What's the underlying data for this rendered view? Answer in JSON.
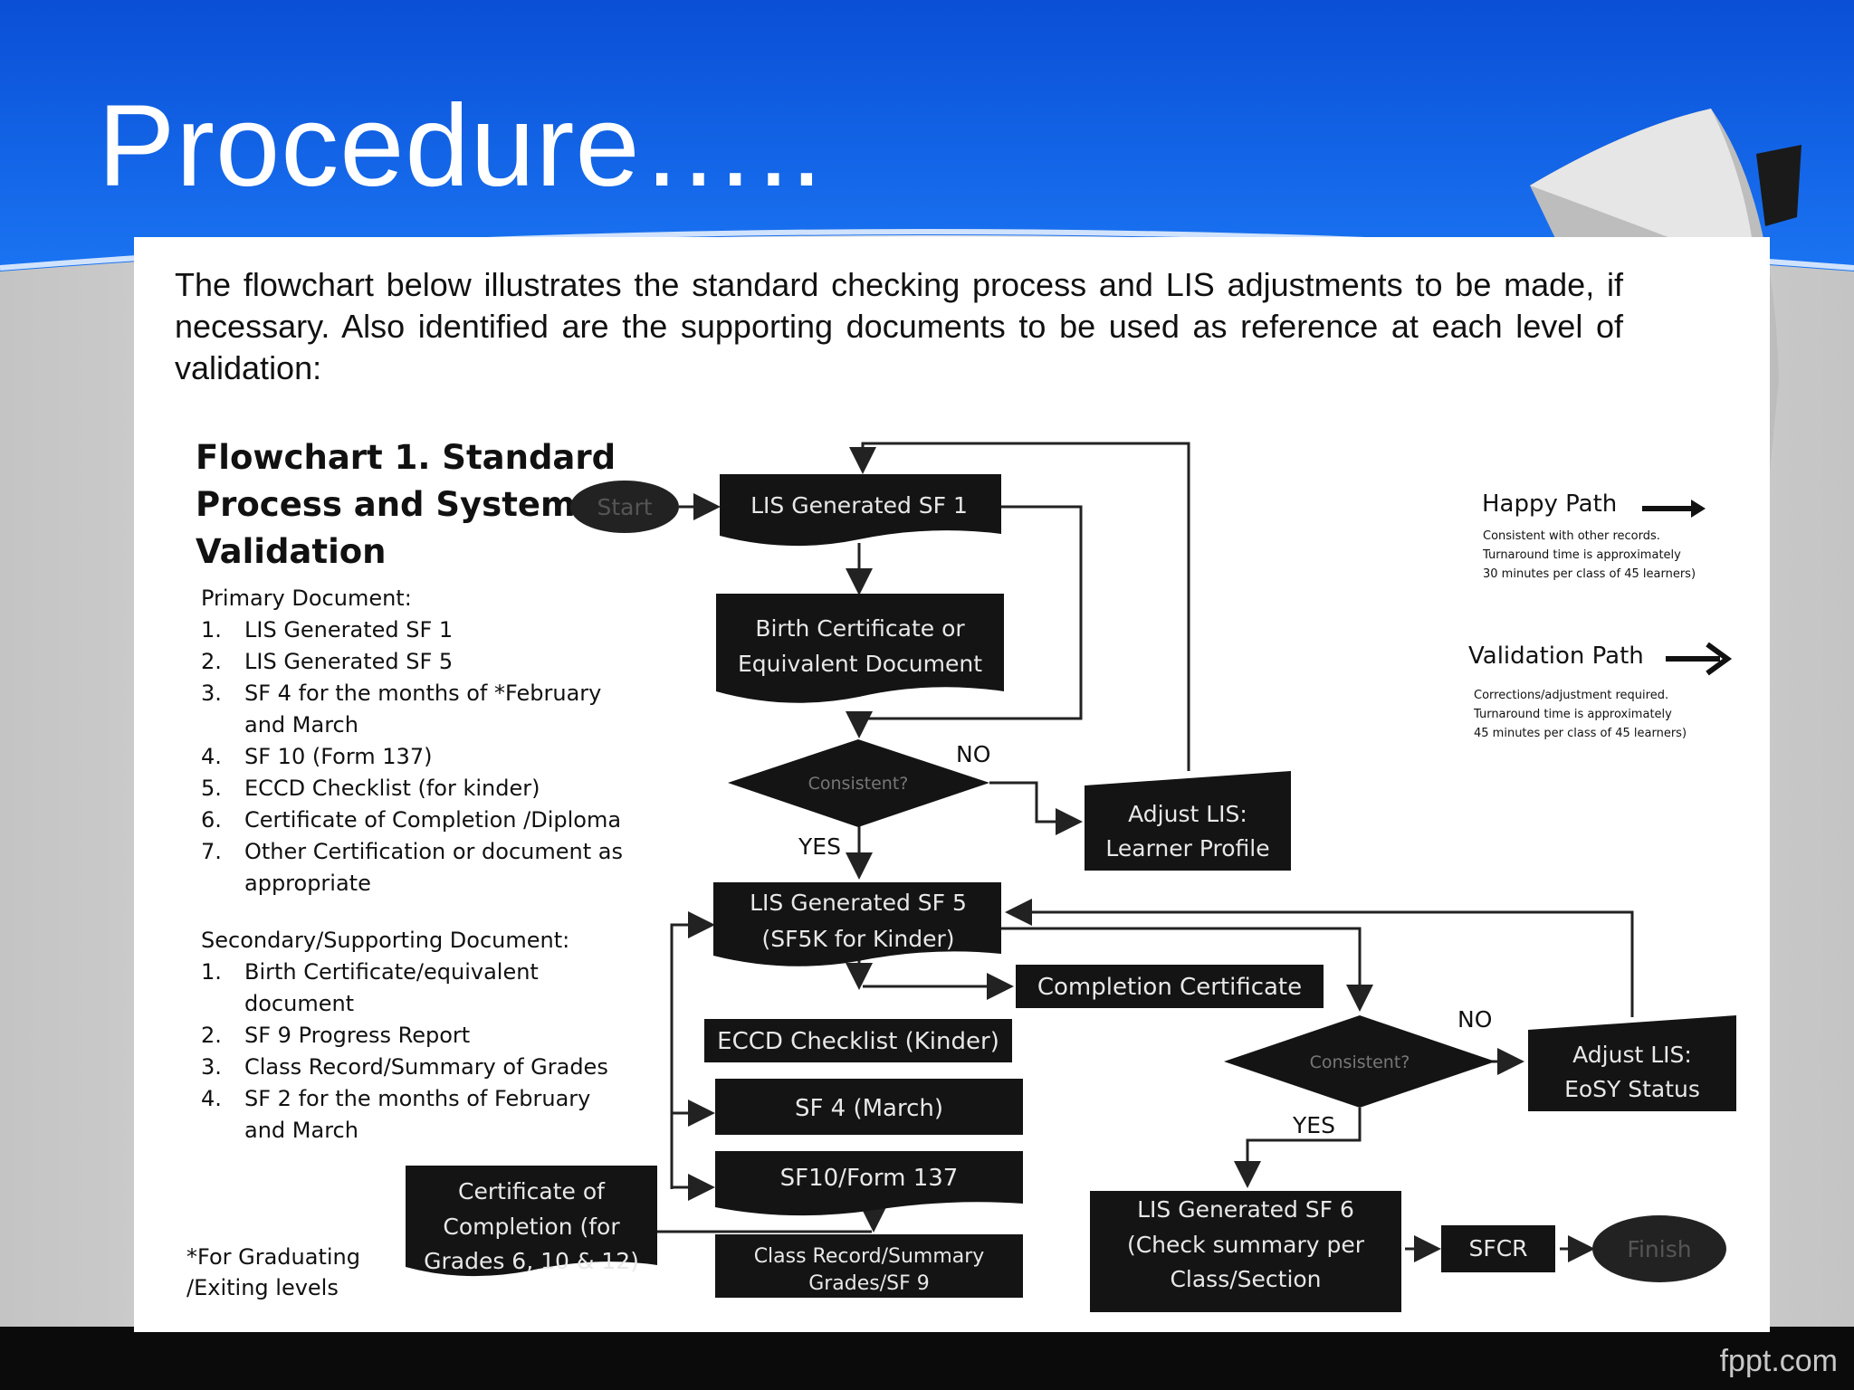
{
  "slide": {
    "title": "Procedure…..",
    "footer": "fppt.com"
  },
  "document": {
    "intro": "The flowchart below illustrates the standard checking process and LIS adjustments to be made, if necessary. Also identified are the supporting documents to be used as reference at each level of validation:",
    "flowchart_title": [
      "Flowchart 1.  Standard",
      "Process  and System",
      "Validation"
    ],
    "primary": {
      "heading": "Primary Document:",
      "items": [
        {
          "num": "1.",
          "text": "LIS Generated SF 1"
        },
        {
          "num": "2.",
          "text": "LIS Generated SF 5"
        },
        {
          "num": "3.",
          "text": "SF 4 for the months of *February and March"
        },
        {
          "num": "4.",
          "text": "SF 10 (Form 137)"
        },
        {
          "num": "5.",
          "text": "ECCD Checklist  (for kinder)"
        },
        {
          "num": "6.",
          "text": "Certificate of Completion /Diploma"
        },
        {
          "num": "7.",
          "text": "Other Certification  or document as appropriate"
        }
      ]
    },
    "secondary": {
      "heading": "Secondary/Supporting Document:",
      "items": [
        {
          "num": "1.",
          "text": "Birth Certificate/equivalent document"
        },
        {
          "num": "2.",
          "text": "SF 9 Progress Report"
        },
        {
          "num": "3.",
          "text": "Class Record/Summary of Grades"
        },
        {
          "num": "4.",
          "text": "SF 2 for the months of February and March"
        }
      ]
    },
    "footnote": [
      "*For Graduating",
      "/Exiting levels"
    ]
  },
  "flowchart": {
    "start": "Start",
    "finish": "Finish",
    "sf1": "LIS Generated SF 1",
    "birth": [
      "Birth Certificate or",
      "Equivalent Document"
    ],
    "consistent1": "Consistent?",
    "no1": "NO",
    "yes1": "YES",
    "adjust_profile": [
      "Adjust LIS:",
      "Learner Profile"
    ],
    "sf5": [
      "LIS Generated SF 5",
      "(SF5K for Kinder)"
    ],
    "completion_cert": "Completion Certificate",
    "eccd": "ECCD Checklist (Kinder)",
    "sf4": "SF 4 (March)",
    "sf10": "SF10/Form 137",
    "class_record": [
      "Class Record/Summary",
      "Grades/SF 9"
    ],
    "cert_completion": [
      "Certificate of",
      "Completion (for",
      "Grades 6, 10 & 12)"
    ],
    "consistent2": "Consistent?",
    "no2": "NO",
    "yes2": "YES",
    "adjust_eosy": [
      "Adjust LIS:",
      "EoSY Status"
    ],
    "sf6": [
      "LIS Generated SF 6",
      "(Check summary per",
      "Class/Section"
    ],
    "sfcr": "SFCR"
  },
  "legend": {
    "happy": {
      "label": "Happy Path",
      "note": [
        "Consistent  with other records.",
        "Turnaround time is  approximately",
        "30 minutes per class of 45 learners)"
      ]
    },
    "validation": {
      "label": "Validation Path",
      "note": [
        "Corrections/adjustment required.",
        "Turnaround time is  approximately",
        "45  minutes per class of 45 learners)"
      ]
    }
  },
  "colors": {
    "header_blue": "#0a5fe8",
    "node_fill": "#141414",
    "node_text": "#e8e8e8"
  }
}
